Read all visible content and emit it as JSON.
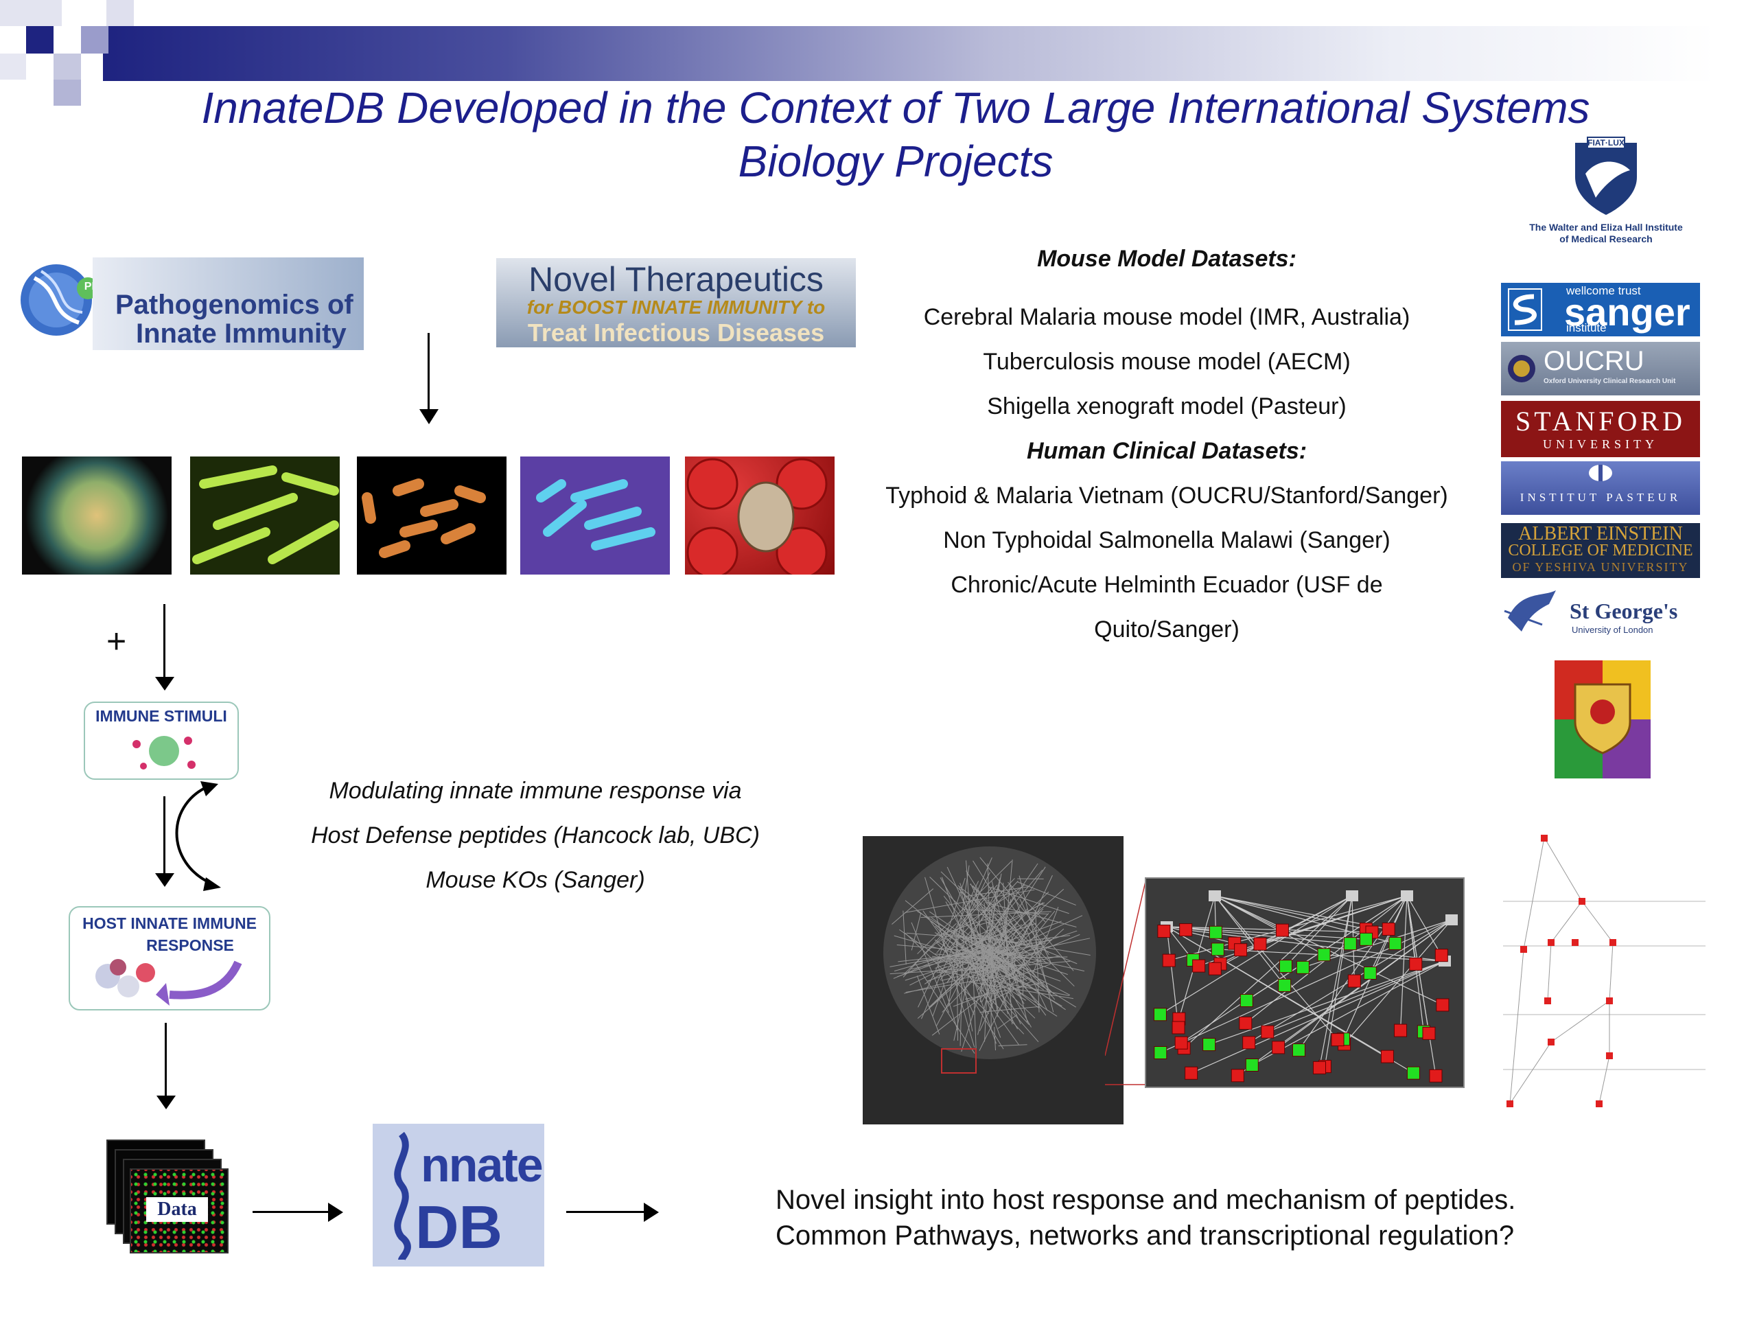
{
  "title": {
    "line1": "InnateDB Developed in the Context of Two Large International Systems",
    "line2": "Biology Projects"
  },
  "logos": {
    "pii": {
      "line1": "Pathogenomics of",
      "line2": "Innate Immunity",
      "badge": "PF"
    },
    "novel_therapeutics": {
      "line1": "Novel Therapeutics",
      "line2": "for BOOST INNATE IMMUNITY to",
      "line3": "Treat Infectious Diseases"
    },
    "wehi": {
      "motto": "FIAT·LUX",
      "line1": "The Walter and Eliza Hall Institute",
      "line2": "of Medical Research"
    },
    "sanger": {
      "small": "wellcome trust",
      "name": "sanger",
      "sub": "institute"
    },
    "oucru": {
      "name": "OUCRU",
      "sub": "Oxford University Clinical Research Unit"
    },
    "stanford": {
      "name": "STANFORD",
      "sub": "UNIVERSITY"
    },
    "pasteur": {
      "name": "INSTITUT PASTEUR"
    },
    "einstein": {
      "line1": "ALBERT EINSTEIN",
      "line2": "COLLEGE OF MEDICINE",
      "line3": "OF YESHIVA UNIVERSITY"
    },
    "st_georges": {
      "name": "St George's",
      "sub": "University of London"
    }
  },
  "flow": {
    "plus": "+",
    "immune_stimuli": "IMMUNE STIMULI",
    "host_response_line1": "HOST INNATE IMMUNE",
    "host_response_line2": "RESPONSE",
    "data_label": "Data",
    "innatedb_top": "nnate",
    "innatedb_bottom": "DB"
  },
  "modulating": {
    "line1": "Modulating innate immune response via",
    "line2": "Host Defense peptides (Hancock lab, UBC)",
    "line3": "Mouse KOs (Sanger)"
  },
  "datasets": {
    "mouse_heading": "Mouse Model Datasets:",
    "mouse_items": [
      "Cerebral Malaria mouse model (IMR, Australia)",
      "Tuberculosis mouse model (AECM)",
      "Shigella xenograft model (Pasteur)"
    ],
    "human_heading": "Human Clinical Datasets:",
    "human_items": [
      "Typhoid & Malaria Vietnam (OUCRU/Stanford/Sanger)",
      "Non Typhoidal Salmonella Malawi (Sanger)",
      "Chronic/Acute Helminth Ecuador (USF de",
      "Quito/Sanger)"
    ]
  },
  "bottom": {
    "line1": "Novel insight into host response and mechanism of peptides.",
    "line2": "Common Pathways, networks and transcriptional regulation?"
  },
  "colors": {
    "title": "#1c1f8c",
    "header_dark": "#1e2380",
    "flow_label": "#233a8c",
    "net_red": "#e11b1b",
    "net_green": "#22e022"
  }
}
